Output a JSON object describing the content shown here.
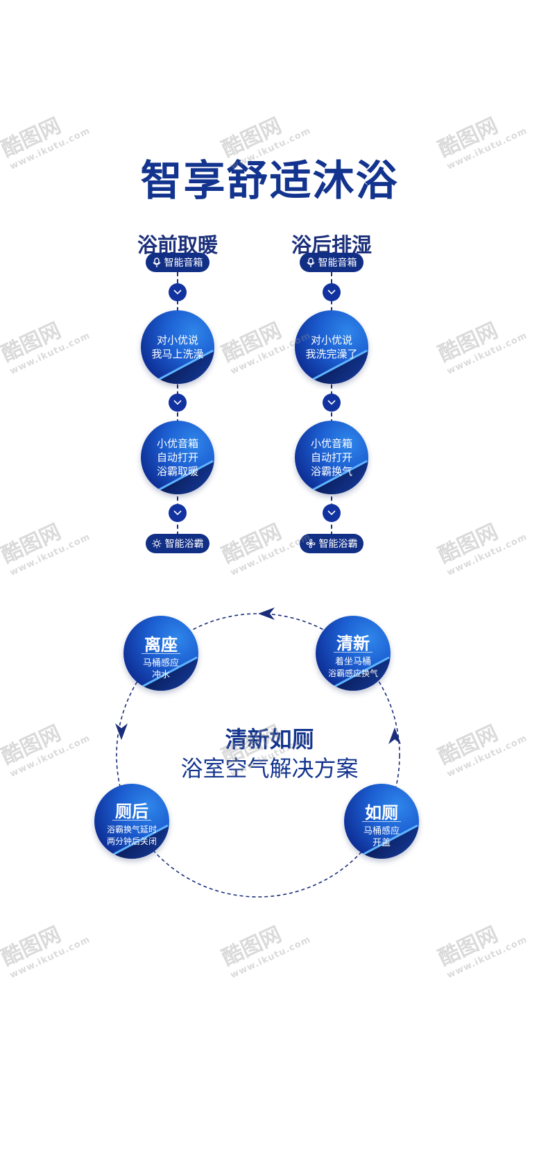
{
  "title": "智享舒适沐浴",
  "left": {
    "heading": "浴前取暖",
    "top_pill": "智能音箱",
    "top_pill_icon": "microphone-icon",
    "step1": [
      "对小优说",
      "我马上洗澡"
    ],
    "step2": [
      "小优音箱",
      "自动打开",
      "浴霸取暖"
    ],
    "bottom_pill": "智能浴霸",
    "bottom_pill_icon": "sun-icon"
  },
  "right": {
    "heading": "浴后排湿",
    "top_pill": "智能音箱",
    "top_pill_icon": "microphone-icon",
    "step1": [
      "对小优说",
      "我洗完澡了"
    ],
    "step2": [
      "小优音箱",
      "自动打开",
      "浴霸换气"
    ],
    "bottom_pill": "智能浴霸",
    "bottom_pill_icon": "fan-icon"
  },
  "cycle": {
    "center_line1": "清新如厕",
    "center_line2": "浴室空气解决方案",
    "nodes": [
      {
        "title": "离座",
        "desc": [
          "马桶感应",
          "冲水"
        ]
      },
      {
        "title": "清新",
        "desc": [
          "着坐马桶",
          "浴霸感应换气"
        ]
      },
      {
        "title": "厕后",
        "desc": [
          "浴霸换气延时",
          "两分钟后关闭"
        ]
      },
      {
        "title": "如厕",
        "desc": [
          "马桶感应",
          "开盖"
        ]
      }
    ]
  },
  "watermark": {
    "brand": "酷图网",
    "url": "www.ikutu.com"
  },
  "colors": {
    "primary": "#13348e",
    "circle_light": "#2f86ea",
    "circle_dark": "#0b2679"
  }
}
